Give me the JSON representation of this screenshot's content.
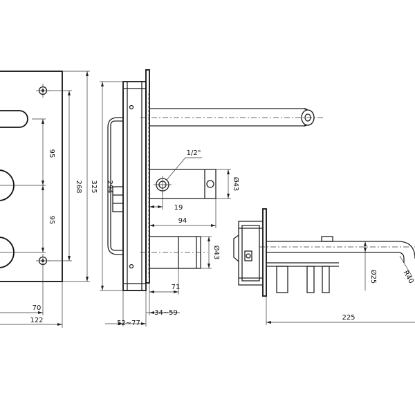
{
  "dimensions": {
    "front_spacing_top": "95",
    "front_spacing_bottom": "95",
    "front_inner_height": "268",
    "front_total_height": "325",
    "front_offset_width": "70",
    "front_total_width": "122",
    "side_height": "294",
    "thread_size": "1/2\"",
    "valve_diameter_top": "Ø43",
    "valve_diameter_bottom": "Ø43",
    "offset_19": "19",
    "offset_94": "94",
    "offset_71": "71",
    "depth_range_1": "34~59",
    "depth_range_2": "52~77",
    "spout_length": "225",
    "spout_diameter": "Ø25",
    "spout_radius": "R40"
  }
}
